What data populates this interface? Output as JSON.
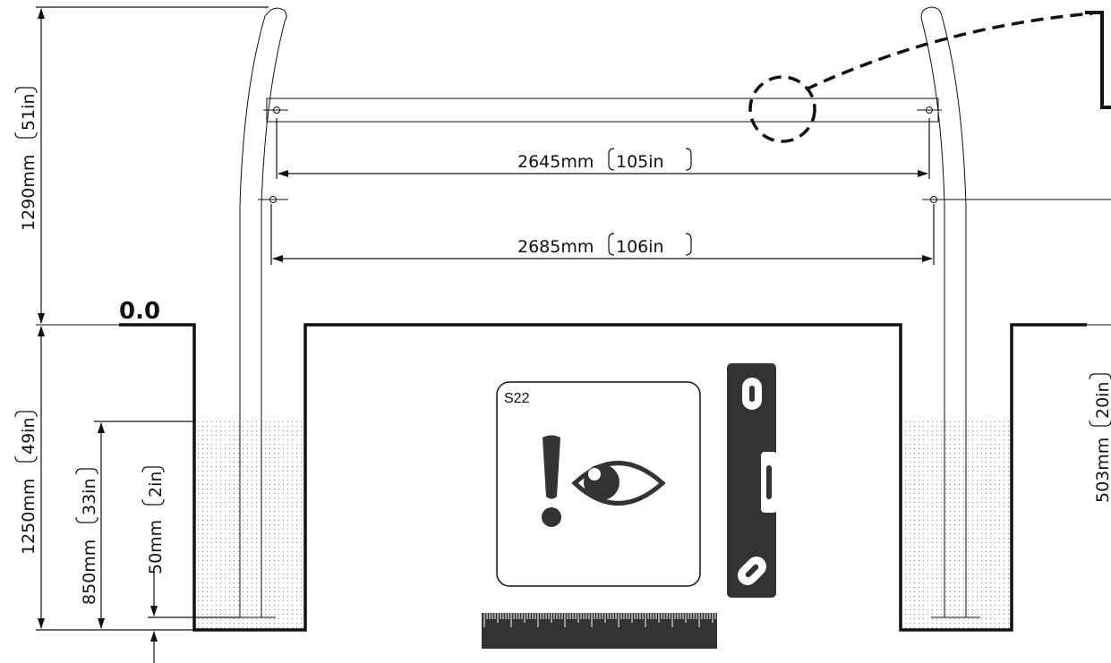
{
  "drawing": {
    "zero_level_label": "0.0",
    "dim_top_rail": {
      "value": "2645mm",
      "bracket": "105in"
    },
    "dim_bottom_rail": {
      "value": "2685mm",
      "bracket": "106in"
    },
    "dim_height_above": {
      "value": "1290mm",
      "bracket": "51in"
    },
    "dim_depth_below": {
      "value": "1250mm",
      "bracket": "49in"
    },
    "dim_fill_depth": {
      "value": "850mm",
      "bracket": "33in"
    },
    "dim_base_gap": {
      "value": "50mm",
      "bracket": "2in"
    },
    "dim_right_side": {
      "value": "503mm",
      "bracket": "20in"
    },
    "instruction_card": {
      "code": "S22"
    },
    "icons": [
      "exclamation-icon",
      "eye-icon",
      "spirit-level-icon",
      "ruler-icon"
    ],
    "colors": {
      "line": "#111111",
      "level_body": "#333333",
      "fill_dots": "#888888"
    }
  }
}
